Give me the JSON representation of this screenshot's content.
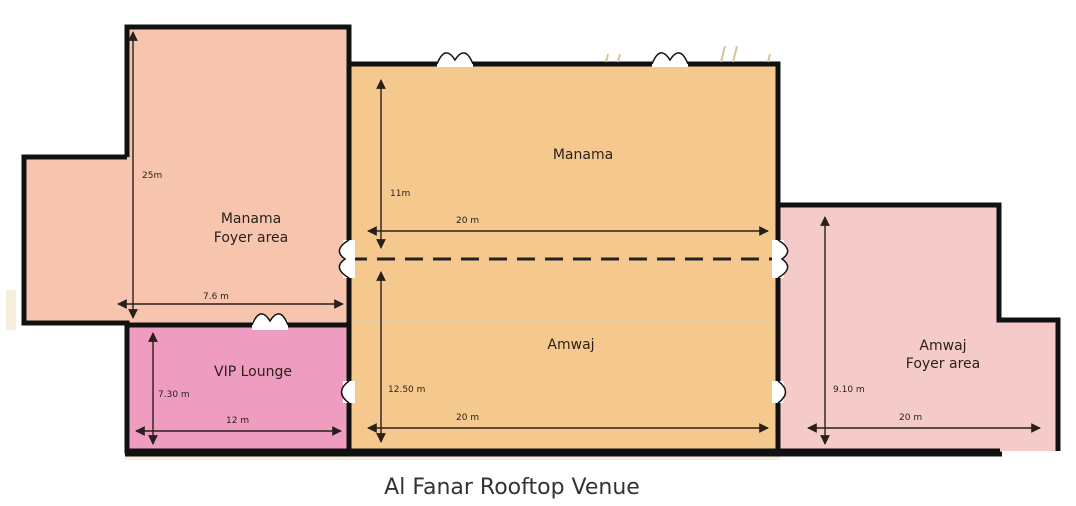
{
  "caption": "Al Fanar Rooftop Venue",
  "colors": {
    "manama_foyer": "#f7c5ad",
    "manama": "#f5c98e",
    "amwaj": "#f5c98e",
    "vip_lounge": "#ee9cc0",
    "amwaj_foyer": "#f4cbc8",
    "wall": "#111111"
  },
  "rooms": {
    "manama_foyer": {
      "name_line1": "Manama",
      "name_line2": "Foyer area",
      "dim_vertical": "25m",
      "dim_horizontal": "7.6 m"
    },
    "manama": {
      "name": "Manama",
      "dim_vertical": "11m",
      "dim_horizontal": "20 m"
    },
    "amwaj": {
      "name": "Amwaj",
      "dim_vertical": "12.50 m",
      "dim_horizontal": "20 m"
    },
    "vip_lounge": {
      "name": "VIP Lounge",
      "dim_vertical": "7.30 m",
      "dim_horizontal": "12 m"
    },
    "amwaj_foyer": {
      "name_line1": "Amwaj",
      "name_line2": "Foyer area",
      "dim_vertical": "9.10 m",
      "dim_horizontal": "20 m"
    }
  }
}
